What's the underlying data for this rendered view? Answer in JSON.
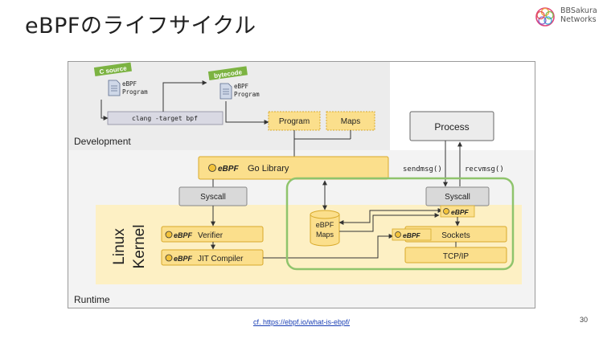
{
  "slide": {
    "title": "eBPFのライフサイクル",
    "page_number": "30",
    "citation": "cf. https://ebpf.io/what-is-ebpf/"
  },
  "logo": {
    "line1": "BBSakura",
    "line2": "Networks",
    "icon": "flower-ring-icon"
  },
  "diagram": {
    "regions": {
      "development": "Development",
      "runtime": "Runtime",
      "kernel_line1": "Linux",
      "kernel_line2": "Kernel"
    },
    "tags": {
      "c_source": "C source",
      "bytecode": "bytecode"
    },
    "files": {
      "line1": "eBPF",
      "line2": "Program"
    },
    "clang": "clang -target bpf",
    "program": "Program",
    "maps": "Maps",
    "process": "Process",
    "go_library": "Go Library",
    "ebpf_badge": "eBPF",
    "syscall": "Syscall",
    "sendmsg": "sendmsg()",
    "recvmsg": "recvmsg()",
    "verifier": "Verifier",
    "jit": "JIT Compiler",
    "ebpf_maps_line1": "eBPF",
    "ebpf_maps_line2": "Maps",
    "sockets": "Sockets",
    "tcpip": "TCP/IP"
  },
  "colors": {
    "dev_bg": "#ececec",
    "runtime_bg": "#f3f3f3",
    "kernel_bg": "#fdf0c4",
    "yellow_box": "#fbdf8c",
    "yellow_border": "#d8a92a",
    "gray_box": "#d9d9d9",
    "green_highlight": "#8fc46c",
    "tag_green": "#7cb342"
  }
}
